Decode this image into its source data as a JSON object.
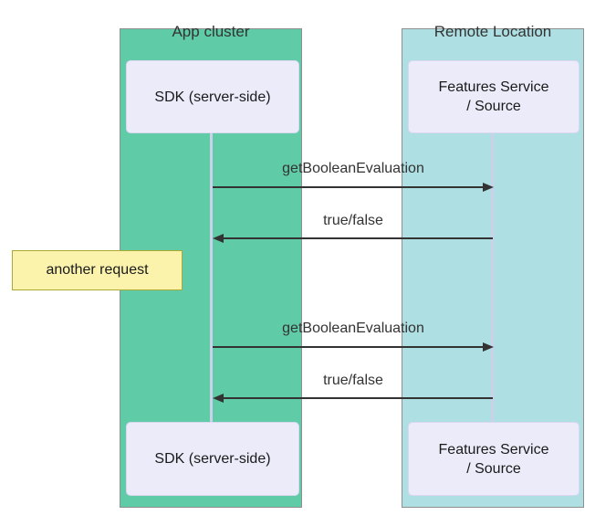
{
  "diagram": {
    "type": "sequence-diagram",
    "groups": [
      {
        "label": "App cluster"
      },
      {
        "label": "Remote Location"
      }
    ],
    "actors": {
      "sdk": {
        "lines": [
          "SDK (server-side)"
        ]
      },
      "features": {
        "lines": [
          "Features Service",
          "/ Source"
        ]
      }
    },
    "messages": [
      {
        "label": "getBooleanEvaluation",
        "direction": "right",
        "from": "SDK (server-side)",
        "to": "Features Service / Source"
      },
      {
        "label": "true/false",
        "direction": "left",
        "from": "Features Service / Source",
        "to": "SDK (server-side)"
      },
      {
        "label": "getBooleanEvaluation",
        "direction": "right",
        "from": "SDK (server-side)",
        "to": "Features Service / Source"
      },
      {
        "label": "true/false",
        "direction": "left",
        "from": "Features Service / Source",
        "to": "SDK (server-side)"
      }
    ],
    "note": {
      "text": "another request",
      "position": "left of SDK (server-side)"
    },
    "colors": {
      "app_cluster_bg": "#5FCBA7",
      "remote_location_bg": "#AEDFE3",
      "actor_box_bg": "#ECEBFA",
      "actor_box_border": "#DBD6F2",
      "note_bg": "#FBF3AC",
      "note_border": "#AAAA33",
      "lifeline": "#CDD0EB",
      "arrow": "#333333",
      "text": "#333333"
    }
  }
}
